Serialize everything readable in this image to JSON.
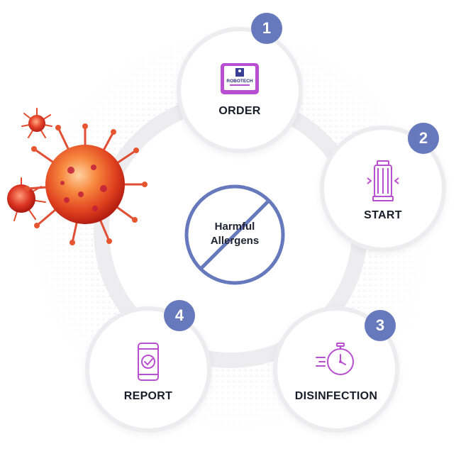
{
  "center": {
    "line1": "Harmful",
    "line2": "Allergens"
  },
  "steps": [
    {
      "number": "1",
      "label": "ORDER",
      "icon": "tablet-app-icon",
      "icon_text": "ROBOTECH"
    },
    {
      "number": "2",
      "label": "START",
      "icon": "uv-lamp-icon"
    },
    {
      "number": "3",
      "label": "DISINFECTION",
      "icon": "stopwatch-icon"
    },
    {
      "number": "4",
      "label": "REPORT",
      "icon": "phone-check-icon"
    }
  ],
  "colors": {
    "badge": "#6779bd",
    "ring": "#ededf0",
    "icon": "#b94fd0",
    "prohibition": "#6779bd",
    "virus": "#e24a2c"
  }
}
